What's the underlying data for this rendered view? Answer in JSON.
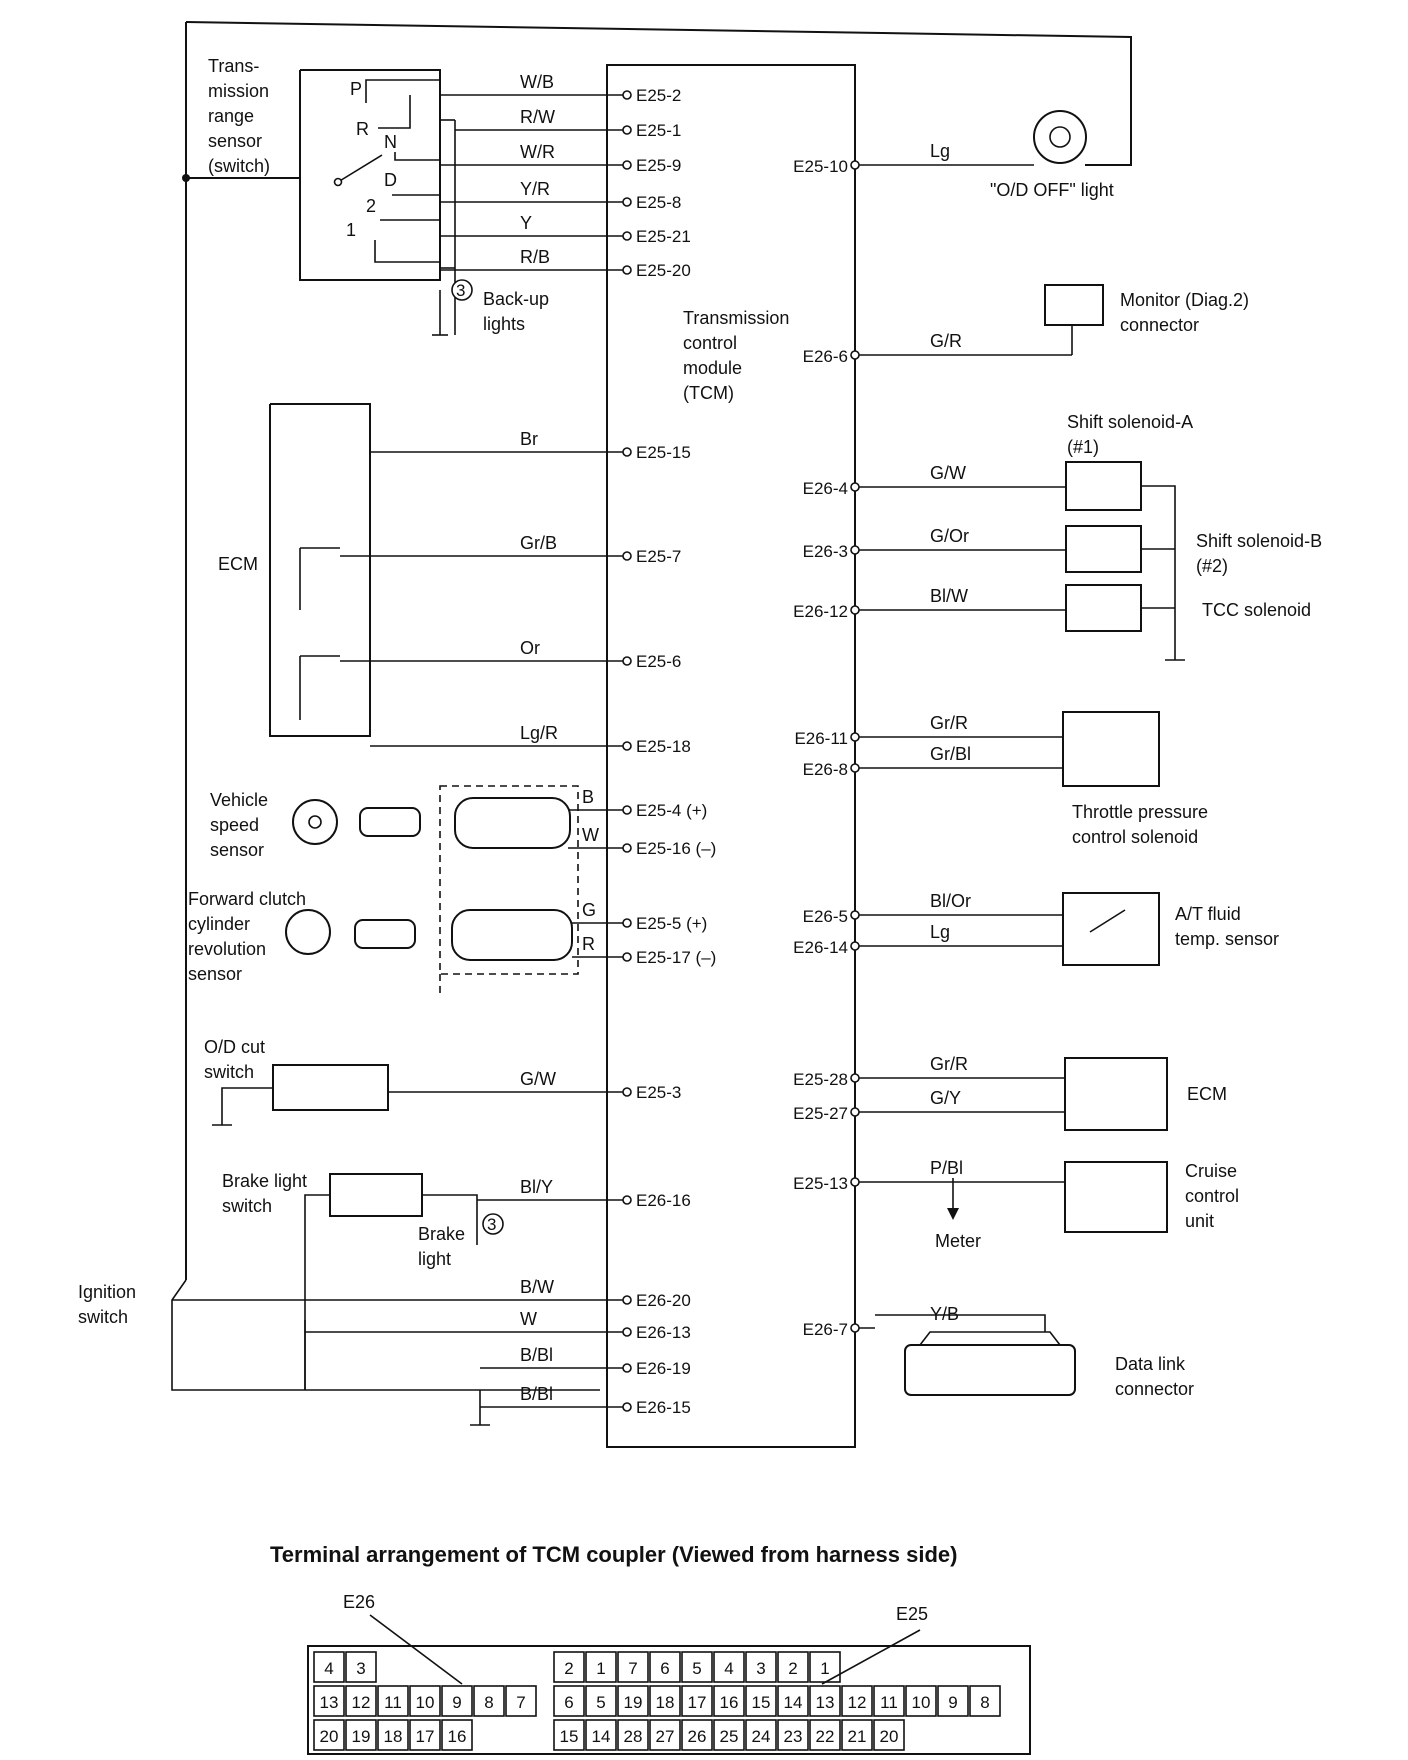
{
  "tcm": {
    "label": [
      "Transmission",
      "control",
      "module",
      "(TCM)"
    ]
  },
  "range_sensor": {
    "label": [
      "Trans-",
      "mission",
      "range",
      "sensor",
      "(switch)"
    ],
    "positions": [
      "P",
      "R",
      "N",
      "D",
      "2",
      "1"
    ]
  },
  "backup": {
    "label": [
      "Back-up",
      "lights"
    ],
    "ref": "3"
  },
  "left_wires": [
    {
      "wire": "W/B",
      "pin": "E25-2"
    },
    {
      "wire": "R/W",
      "pin": "E25-1"
    },
    {
      "wire": "W/R",
      "pin": "E25-9"
    },
    {
      "wire": "Y/R",
      "pin": "E25-8"
    },
    {
      "wire": "Y",
      "pin": "E25-21"
    },
    {
      "wire": "R/B",
      "pin": "E25-20"
    },
    {
      "wire": "Br",
      "pin": "E25-15"
    },
    {
      "wire": "Gr/B",
      "pin": "E25-7"
    },
    {
      "wire": "Or",
      "pin": "E25-6"
    },
    {
      "wire": "Lg/R",
      "pin": "E25-18"
    },
    {
      "wire": "B",
      "pin": "E25-4 (+)"
    },
    {
      "wire": "W",
      "pin": "E25-16 (–)"
    },
    {
      "wire": "G",
      "pin": "E25-5 (+)"
    },
    {
      "wire": "R",
      "pin": "E25-17 (–)"
    },
    {
      "wire": "G/W",
      "pin": "E25-3"
    },
    {
      "wire": "Bl/Y",
      "pin": "E26-16"
    },
    {
      "wire": "B/W",
      "pin": "E26-20"
    },
    {
      "wire": "W",
      "pin": "E26-13"
    },
    {
      "wire": "B/Bl",
      "pin": "E26-19"
    },
    {
      "wire": "B/Bl",
      "pin": "E26-15"
    }
  ],
  "right_wires": [
    {
      "wire": "Lg",
      "pin": "E25-10"
    },
    {
      "wire": "G/R",
      "pin": "E26-6"
    },
    {
      "wire": "G/W",
      "pin": "E26-4"
    },
    {
      "wire": "G/Or",
      "pin": "E26-3"
    },
    {
      "wire": "Bl/W",
      "pin": "E26-12"
    },
    {
      "wire": "Gr/R",
      "pin": "E26-11"
    },
    {
      "wire": "Gr/Bl",
      "pin": "E26-8"
    },
    {
      "wire": "Bl/Or",
      "pin": "E26-5"
    },
    {
      "wire": "Lg",
      "pin": "E26-14"
    },
    {
      "wire": "Gr/R",
      "pin": "E25-28"
    },
    {
      "wire": "G/Y",
      "pin": "E25-27"
    },
    {
      "wire": "P/Bl",
      "pin": "E25-13"
    },
    {
      "wire": "Y/B",
      "pin": "E26-7"
    }
  ],
  "components": {
    "ecm_left": "ECM",
    "vss": [
      "Vehicle",
      "speed",
      "sensor"
    ],
    "fwd": [
      "Forward clutch",
      "cylinder",
      "revolution",
      "sensor"
    ],
    "od_cut": [
      "O/D cut",
      "switch"
    ],
    "brake_sw": [
      "Brake light",
      "switch"
    ],
    "brake_light": [
      "Brake",
      "light"
    ],
    "brake_ref": "3",
    "ignition": [
      "Ignition",
      "switch"
    ],
    "od_light": "\"O/D OFF\" light",
    "monitor": [
      "Monitor (Diag.2)",
      "connector"
    ],
    "sol_a": [
      "Shift solenoid-A",
      "(#1)"
    ],
    "sol_b": [
      "Shift solenoid-B",
      "(#2)"
    ],
    "tcc": "TCC solenoid",
    "throttle": [
      "Throttle pressure",
      "control solenoid"
    ],
    "fluid": [
      "A/T fluid",
      "temp. sensor"
    ],
    "ecm_right": "ECM",
    "cruise": [
      "Cruise",
      "control",
      "unit"
    ],
    "meter": "Meter",
    "dlc": [
      "Data link",
      "connector"
    ]
  },
  "coupler": {
    "title": "Terminal arrangement of TCM coupler (Viewed from harness side)",
    "e26_label": "E26",
    "e25_label": "E25",
    "e26_rows": [
      [
        "4",
        "3"
      ],
      [
        "13",
        "12",
        "11",
        "10",
        "9",
        "8",
        "7"
      ],
      [
        "20",
        "19",
        "18",
        "17",
        "16"
      ]
    ],
    "e25_rows": [
      [
        "2",
        "1",
        "7",
        "6",
        "5",
        "4",
        "3",
        "2",
        "1"
      ],
      [
        "6",
        "5",
        "19",
        "18",
        "17",
        "16",
        "15",
        "14",
        "13",
        "12",
        "11",
        "10",
        "9",
        "8"
      ],
      [
        "15",
        "14",
        "28",
        "27",
        "26",
        "25",
        "24",
        "23",
        "22",
        "21",
        "20"
      ]
    ]
  }
}
